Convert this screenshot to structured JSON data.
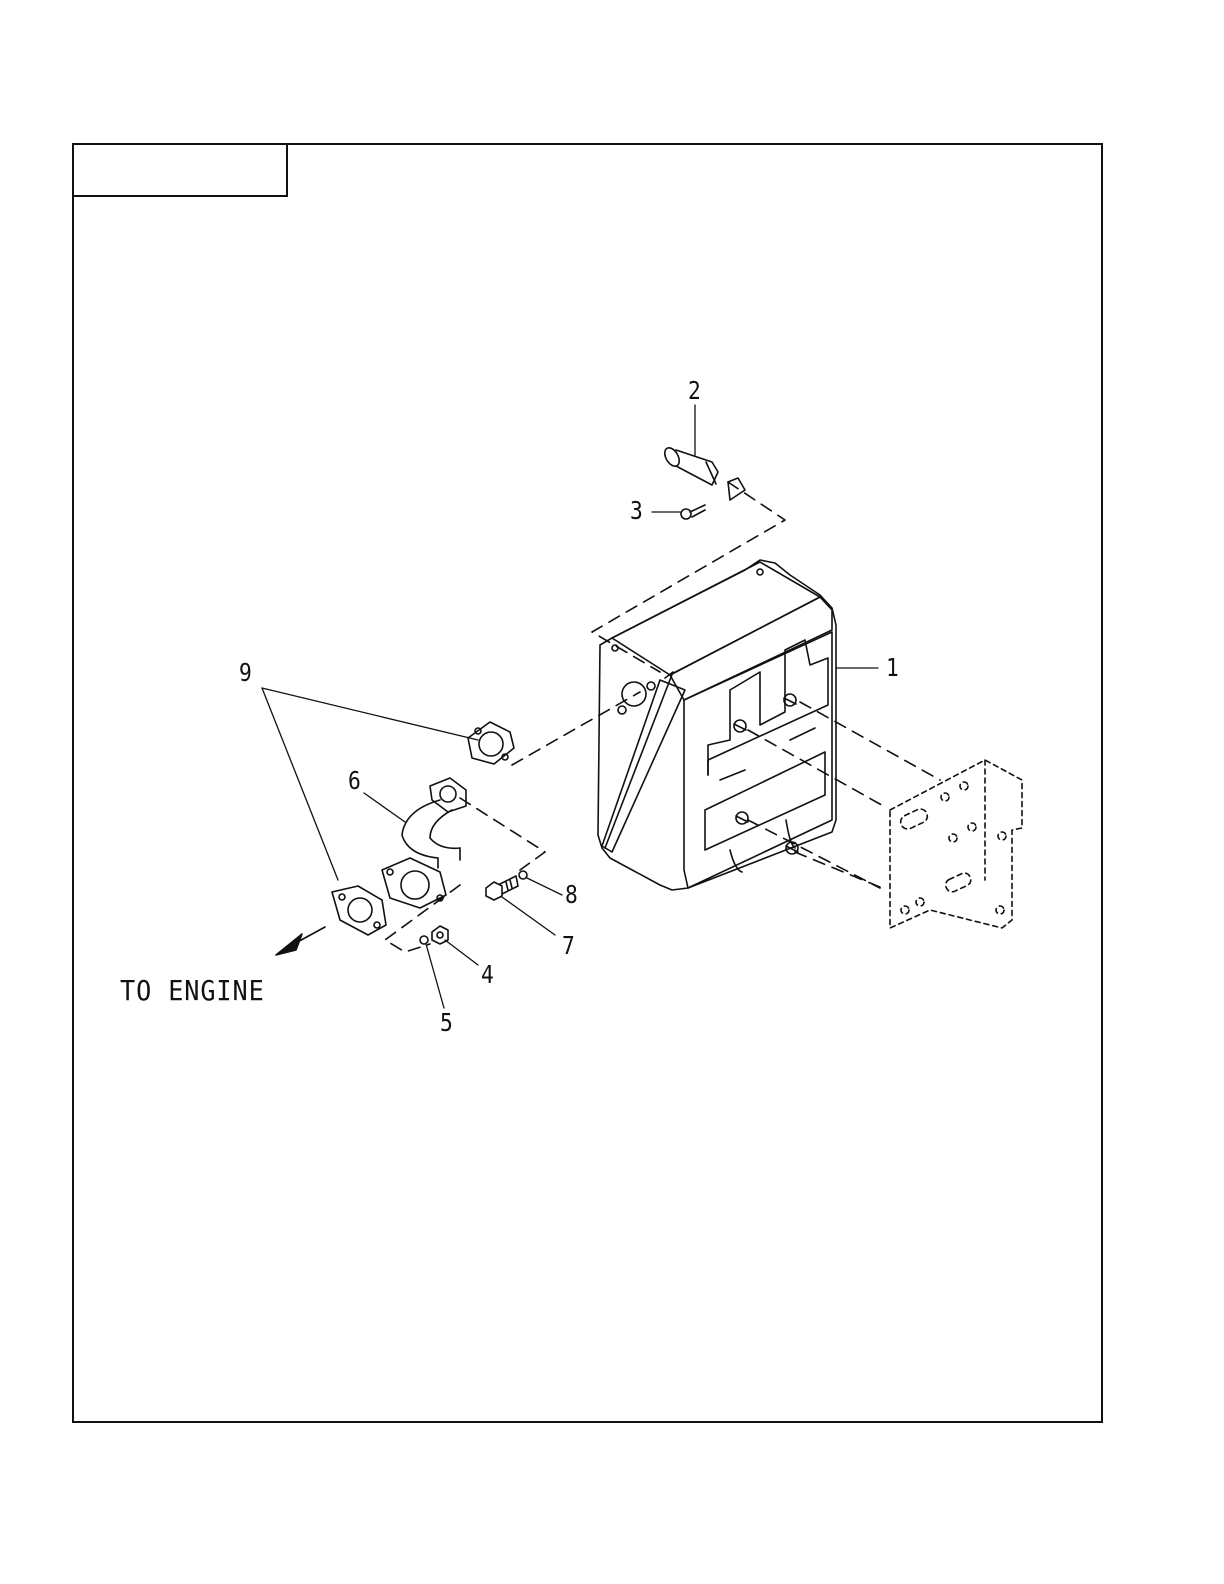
{
  "callouts": {
    "c1": "1",
    "c2": "2",
    "c3": "3",
    "c4": "4",
    "c5": "5",
    "c6": "6",
    "c7": "7",
    "c8": "8",
    "c9": "9"
  },
  "direction_label": "TO ENGINE"
}
